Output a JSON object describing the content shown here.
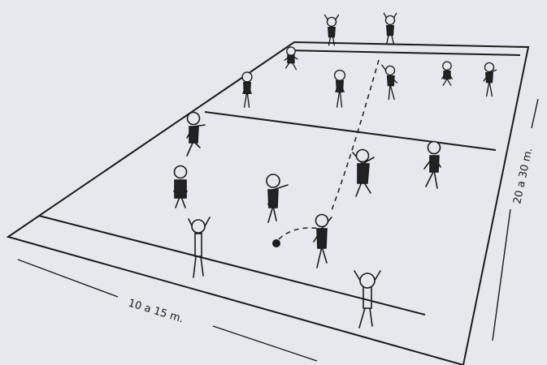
{
  "diagram": {
    "width_label": "10 a 15 m.",
    "length_label": "20 a 30 m."
  },
  "colors": {
    "paper": "#e6e8ee",
    "ink": "#1b1b1b",
    "shirt": "#222222"
  },
  "players": [
    {
      "team": "b",
      "pose": "arms-up"
    },
    {
      "team": "b",
      "pose": "arms-up"
    },
    {
      "team": "b",
      "pose": "crouch"
    },
    {
      "team": "b",
      "pose": "stand"
    },
    {
      "team": "b",
      "pose": "stand"
    },
    {
      "team": "b",
      "pose": "throw"
    },
    {
      "team": "b",
      "pose": "crouch"
    },
    {
      "team": "b",
      "pose": "run"
    },
    {
      "team": "a",
      "pose": "run"
    },
    {
      "team": "a",
      "pose": "catch"
    },
    {
      "team": "a",
      "pose": "run"
    },
    {
      "team": "a",
      "pose": "crouch"
    },
    {
      "team": "a",
      "pose": "stand"
    },
    {
      "team": "a",
      "pose": "throw"
    },
    {
      "team": "b",
      "pose": "arms-up"
    },
    {
      "team": "b",
      "pose": "arms-up"
    }
  ]
}
